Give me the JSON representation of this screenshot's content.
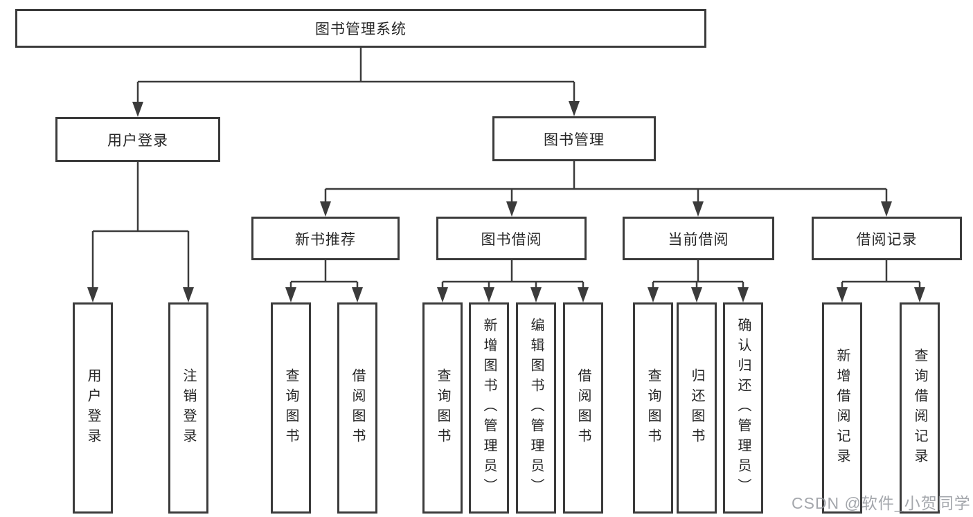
{
  "title": "图书管理系统",
  "tree": {
    "label": "图书管理系统",
    "children": [
      {
        "label": "用户登录",
        "children": [
          {
            "label": "用户登录"
          },
          {
            "label": "注销登录"
          }
        ]
      },
      {
        "label": "图书管理",
        "children": [
          {
            "label": "新书推荐",
            "children": [
              {
                "label": "查询图书"
              },
              {
                "label": "借阅图书"
              }
            ]
          },
          {
            "label": "图书借阅",
            "children": [
              {
                "label": "查询图书"
              },
              {
                "label": "新增图书（管理员）"
              },
              {
                "label": "编辑图书（管理员）"
              },
              {
                "label": "借阅图书"
              }
            ]
          },
          {
            "label": "当前借阅",
            "children": [
              {
                "label": "查询图书"
              },
              {
                "label": "归还图书"
              },
              {
                "label": "确认归还（管理员）"
              }
            ]
          },
          {
            "label": "借阅记录",
            "children": [
              {
                "label": "新增借阅记录"
              },
              {
                "label": "查询借阅记录"
              }
            ]
          }
        ]
      }
    ]
  },
  "watermark": "CSDN @软件_小贺同学",
  "colors": {
    "line": "#3b3b3b",
    "box_border": "#3b3b3b",
    "text": "#262626",
    "watermark": "#94989e",
    "background": "#ffffff"
  }
}
